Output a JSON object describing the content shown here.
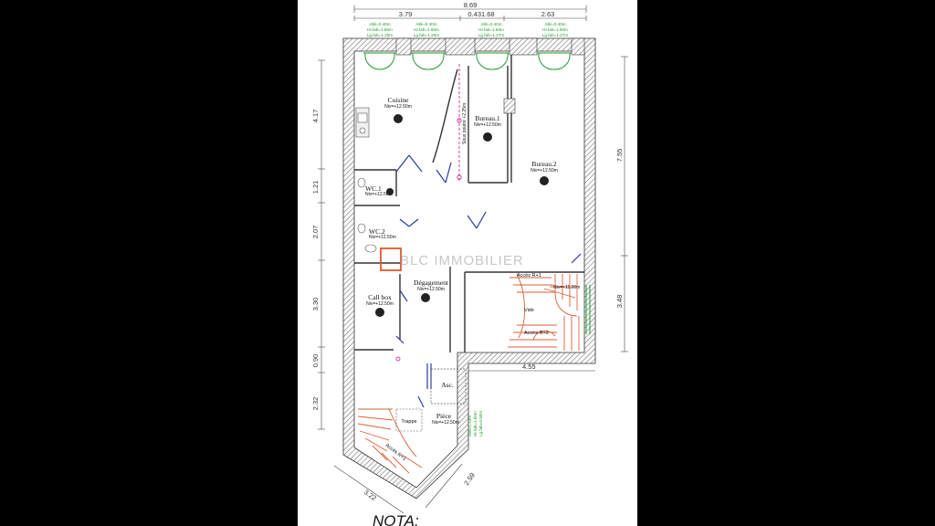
{
  "plan": {
    "dimensions": {
      "top_total": "8.69",
      "top_left": "3.79",
      "top_mid": "0.431.68",
      "top_right": "2.63",
      "left_1": "4.17",
      "left_2": "1.21",
      "left_3": "2.07",
      "left_4": "3.30",
      "left_5": "0.90",
      "left_6": "2.32",
      "right_1": "7.55",
      "right_2": "3.48",
      "inner_455": "4.55",
      "bottom_left": "3.22",
      "bottom_right": "2.59"
    },
    "windows": [
      {
        "line1": "Allé=0.40m",
        "line2": "Ht.fab=1.80m",
        "line3": "Lg.fab=1.20m"
      },
      {
        "line1": "Allé=0.40m",
        "line2": "Ht.fab=1.80m",
        "line3": "Lg.fab=1.20m"
      },
      {
        "line1": "Allé=0.40m",
        "line2": "Ht.fab=1.80m",
        "line3": "Lg.fab=1.27m"
      },
      {
        "line1": "Allé=0.40m",
        "line2": "Ht.fab=1.80m",
        "line3": "Lg.fab=1.27m"
      }
    ],
    "side_window": {
      "line1": "Allé=1.10m",
      "line2": "Ht.fab=1.80m",
      "line3": "Lg.fab=0.80m"
    },
    "rooms": {
      "cuisine": {
        "name": "Cuisine",
        "level": "Niv=+12.50m"
      },
      "bureau1": {
        "name": "Bureau.1",
        "level": "Niv=+12.50m"
      },
      "bureau2": {
        "name": "Bureau.2",
        "level": "Niv=+12.50m"
      },
      "wc1": {
        "name": "WC.1",
        "level": "Niv=+12.50m"
      },
      "wc2": {
        "name": "WC.2",
        "level": "Niv=+12.50m"
      },
      "callbox": {
        "name": "Call box",
        "level": "Niv=+12.50m"
      },
      "degagement": {
        "name": "Dégagement",
        "level": "Niv=+12.50m"
      },
      "piece": {
        "name": "Pièce",
        "level": "Niv=+12.50m"
      },
      "asc": {
        "name": "Asc."
      },
      "trappe": {
        "name": "Trappe"
      }
    },
    "labels": {
      "sous_poutre": "Sous poutre +2.25m",
      "acces_r1": "Accès R+1",
      "acces_r2": "Accès R+2",
      "vide": "Vide",
      "stair_level": "Niv=+11.20m",
      "acces_r1_lower": "Accès R+1"
    },
    "watermark": "BLC IMMOBILIER",
    "nota": "NOTA:"
  },
  "colors": {
    "window": "#1f9a2e",
    "door": "#2b3aa8",
    "stair": "#d9603a",
    "beam": "#c4188f",
    "wall_hatch": "#555555",
    "logo": "#e2572b"
  }
}
